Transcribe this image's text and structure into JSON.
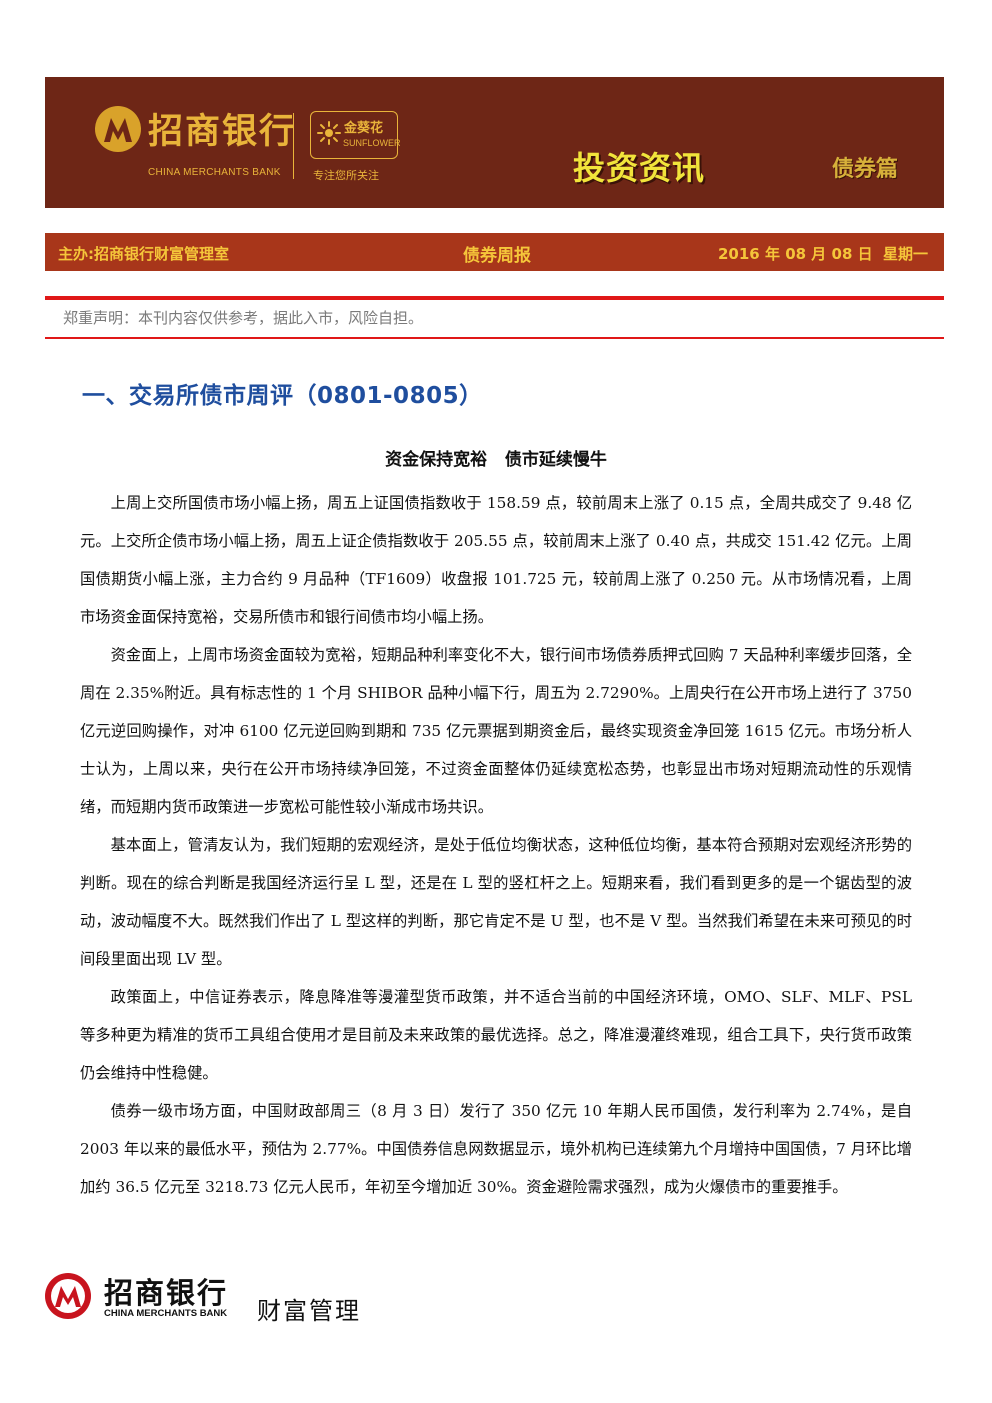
{
  "header": {
    "bank_name_cn": "招商银行",
    "bank_name_en": "CHINA MERCHANTS BANK",
    "brand_cn": "金葵花",
    "brand_en": "SUNFLOWER",
    "brand_slogan": "专注您所关注",
    "publication_title": "投资资讯",
    "section_label": "债券篇",
    "logo_icon": "cmb-logo-icon",
    "brand_icon": "sunflower-icon"
  },
  "infobar": {
    "sponsor": "主办:招商银行财富管理室",
    "report_type": "债券周报",
    "date": "2016 年 08 月 08 日  星期一"
  },
  "disclaimer": "郑重声明：本刊内容仅供参考，据此入市，风险自担。",
  "section": {
    "heading": "一、交易所债市周评（0801-0805）",
    "article_title": "资金保持宽裕   债市延续慢牛",
    "paragraphs": [
      "上周上交所国债市场小幅上扬，周五上证国债指数收于 158.59 点，较前周末上涨了 0.15 点，全周共成交了 9.48 亿元。上交所企债市场小幅上扬，周五上证企债指数收于 205.55 点，较前周末上涨了 0.40 点，共成交 151.42 亿元。上周国债期货小幅上涨，主力合约 9 月品种（TF1609）收盘报 101.725 元，较前周上涨了 0.250 元。从市场情况看，上周市场资金面保持宽裕，交易所债市和银行间债市均小幅上扬。",
      "资金面上，上周市场资金面较为宽裕，短期品种利率变化不大，银行间市场债券质押式回购 7 天品种利率缓步回落，全周在 2.35%附近。具有标志性的 1 个月 SHIBOR 品种小幅下行，周五为 2.7290%。上周央行在公开市场上进行了 3750 亿元逆回购操作，对冲 6100 亿元逆回购到期和 735 亿元票据到期资金后，最终实现资金净回笼 1615 亿元。市场分析人士认为，上周以来，央行在公开市场持续净回笼，不过资金面整体仍延续宽松态势，也彰显出市场对短期流动性的乐观情绪，而短期内货币政策进一步宽松可能性较小渐成市场共识。",
      "基本面上，管清友认为，我们短期的宏观经济，是处于低位均衡状态，这种低位均衡，基本符合预期对宏观经济形势的判断。现在的综合判断是我国经济运行呈 L 型，还是在 L 型的竖杠杆之上。短期来看，我们看到更多的是一个锯齿型的波动，波动幅度不大。既然我们作出了 L 型这样的判断，那它肯定不是 U 型，也不是 V 型。当然我们希望在未来可预见的时间段里面出现 LV 型。",
      "政策面上，中信证券表示，降息降准等漫灌型货币政策，并不适合当前的中国经济环境，OMO、SLF、MLF、PSL 等多种更为精准的货币工具组合使用才是目前及未来政策的最优选择。总之，降准漫灌终难现，组合工具下，央行货币政策仍会维持中性稳健。",
      "债券一级市场方面，中国财政部周三（8 月 3 日）发行了 350 亿元 10 年期人民币国债，发行利率为 2.74%，是自 2003 年以来的最低水平，预估为 2.77%。中国债券信息网数据显示，境外机构已连续第九个月增持中国国债，7 月环比增加约 36.5 亿元至 3218.73 亿元人民币，年初至今增加近 30%。资金避险需求强烈，成为火爆债市的重要推手。"
    ]
  },
  "footer": {
    "bank_name_cn": "招商银行",
    "bank_name_en": "CHINA MERCHANTS BANK",
    "division": "财富管理",
    "logo_icon": "cmb-logo-icon"
  },
  "colors": {
    "banner_bg": "#6e2616",
    "infobar_bg": "#a8361a",
    "gold": "#e9b43a",
    "title_yellow": "#f1e43b",
    "rule_red": "#e01818",
    "heading_blue": "#1f4e9e",
    "footer_logo_red": "#c8141e"
  }
}
